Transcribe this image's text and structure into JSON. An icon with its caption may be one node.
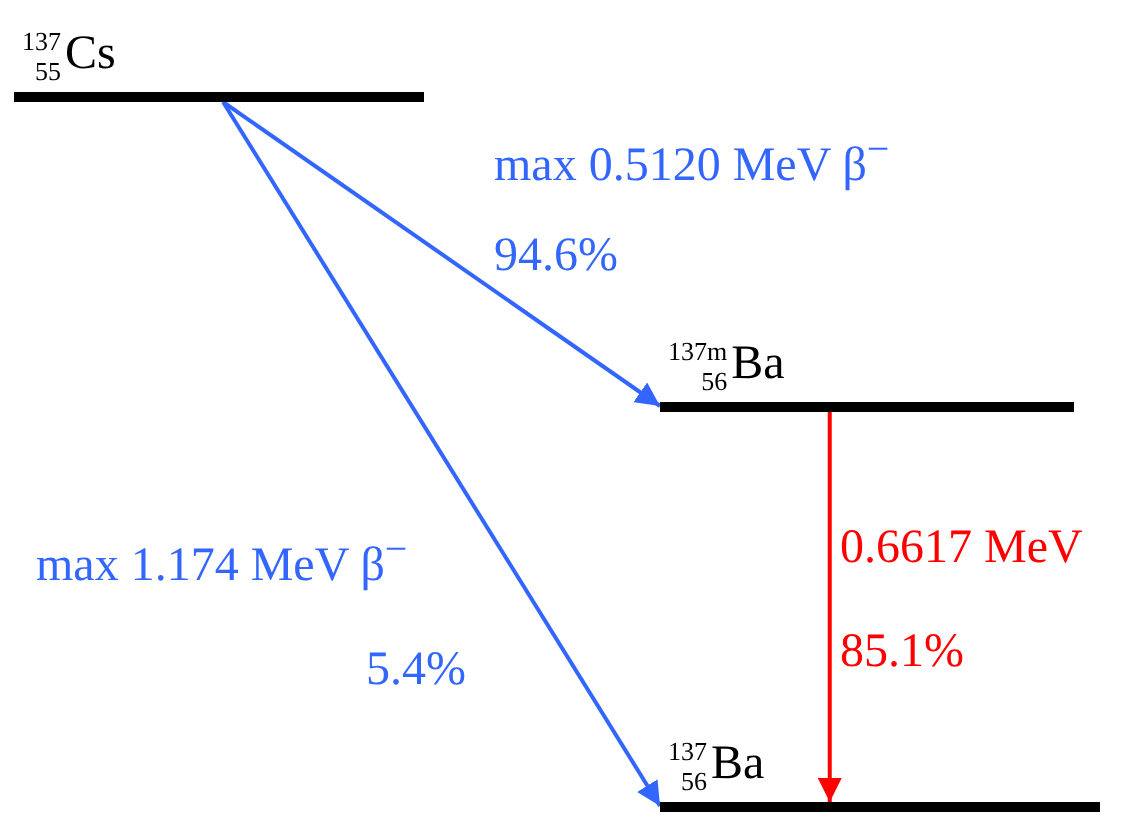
{
  "diagram": {
    "nodes": [
      {
        "text": [
          "$^{137}$$_{55}$Cs"
        ]
      },
      {
        "text": [
          "$^{137m}$$_{56}$Ba"
        ]
      },
      {
        "text": [
          "$^{137}$$_{56}$Ba"
        ]
      }
    ],
    "edges": [
      {
        "from": 0,
        "to": 1,
        "arrow": "to",
        "label": "max 0.5120 MeV β$^{−}$"
      },
      {
        "from": 0,
        "to": 2,
        "arrow": "to",
        "label": "max 1.174 MeV β$^{−}$"
      },
      {
        "from": 1,
        "to": 2,
        "arrow": "to",
        "label": "0.6617 MeV",
        "color": "#ff0000"
      }
    ],
    "labels": [
      "94.6%",
      "5.4%",
      "85.1%"
    ]
  }
}
